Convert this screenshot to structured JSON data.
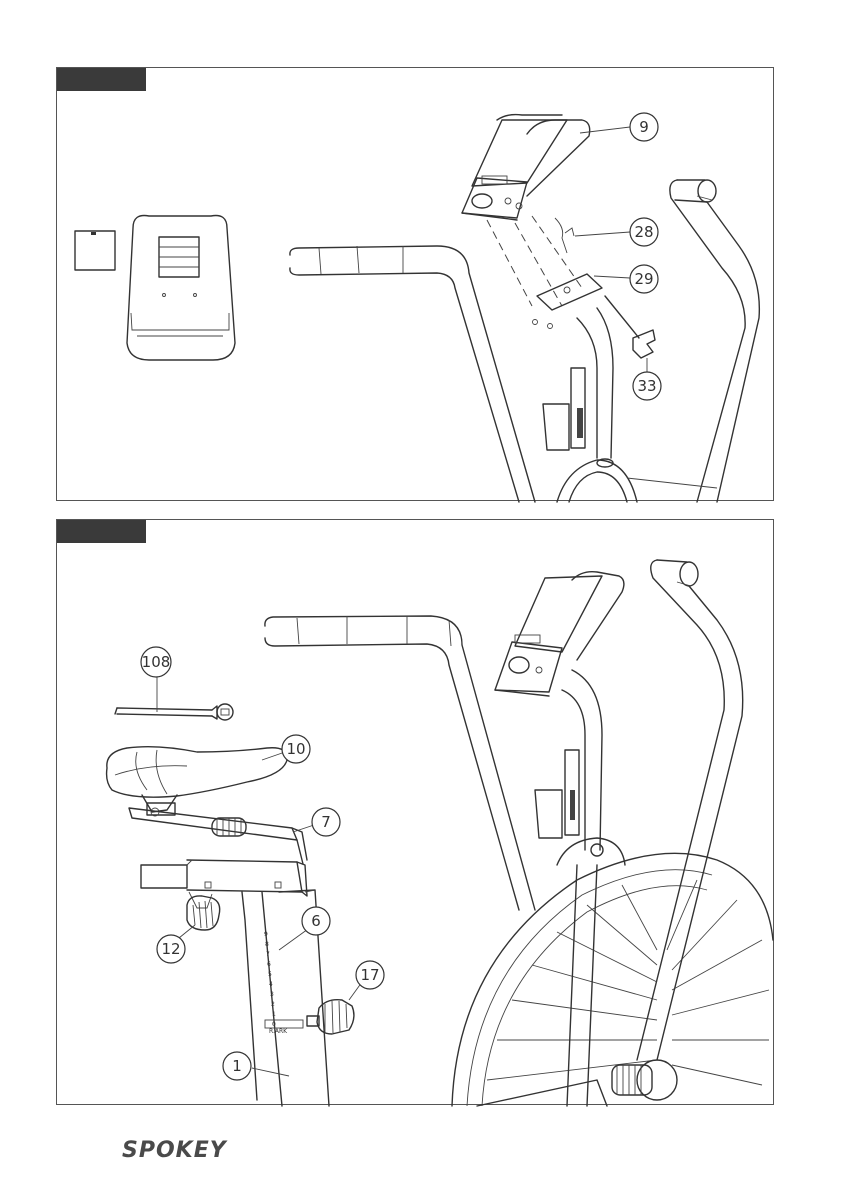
{
  "panels": [
    {
      "callouts": [
        "9",
        "28",
        "29",
        "33"
      ]
    },
    {
      "callouts": [
        "108",
        "10",
        "7",
        "6",
        "12",
        "17",
        "1"
      ],
      "scale_marks": [
        "9",
        "8",
        "7",
        "6",
        "5",
        "4",
        "3",
        "2",
        "1",
        "0"
      ],
      "scale_label": "R.ARK"
    }
  ],
  "footer": {
    "brand": "SPOKEY"
  },
  "colors": {
    "tab": "#3a3a3a",
    "line": "#333333"
  },
  "icons": [
    "console-icon",
    "screwdriver-icon",
    "handlebar-icon",
    "seat-icon"
  ]
}
